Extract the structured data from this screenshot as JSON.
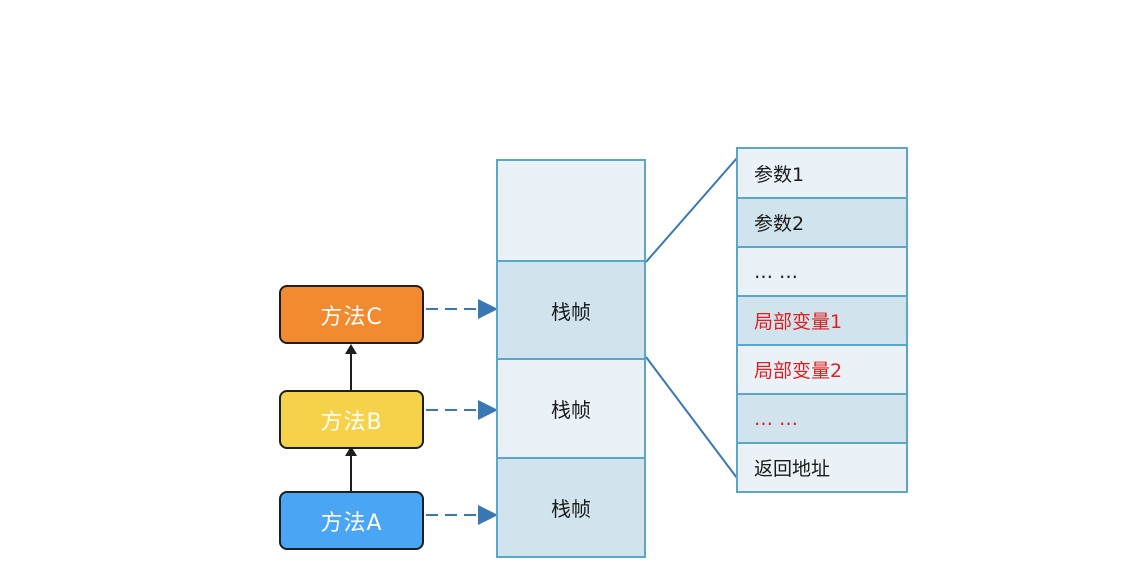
{
  "methods": {
    "c": "方法C",
    "b": "方法B",
    "a": "方法A"
  },
  "stack": {
    "frame_label": "栈帧"
  },
  "frame_detail": {
    "items": [
      "参数1",
      "参数2",
      "… …",
      "局部变量1",
      "局部变量2",
      "… …",
      "返回地址"
    ]
  },
  "colors": {
    "method_c": "#f28a30",
    "method_b": "#f5d24a",
    "method_a": "#4aa5f4",
    "border": "#5aa7c9",
    "cell_light": "#ebf2f7",
    "cell_dark": "#d1e3ec",
    "highlight_text": "#e02020",
    "arrow": "#3a78b5"
  }
}
